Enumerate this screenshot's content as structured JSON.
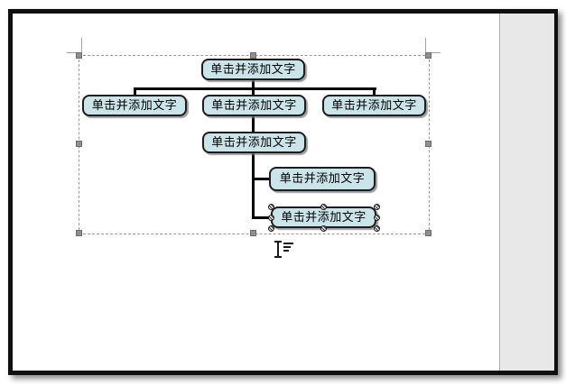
{
  "diagram": {
    "placeholder_text": "单击并添加文字",
    "nodes": [
      {
        "id": "root",
        "label": "单击并添加文字",
        "selected": false
      },
      {
        "id": "child-left",
        "label": "单击并添加文字",
        "selected": false
      },
      {
        "id": "child-center",
        "label": "单击并添加文字",
        "selected": false
      },
      {
        "id": "child-right",
        "label": "单击并添加文字",
        "selected": false
      },
      {
        "id": "grandchild",
        "label": "单击并添加文字",
        "selected": false
      },
      {
        "id": "sub-node-1",
        "label": "单击并添加文字",
        "selected": false
      },
      {
        "id": "sub-node-2",
        "label": "单击并添加文字",
        "selected": true
      }
    ],
    "colors": {
      "node_fill": "#cbe4e9",
      "node_border": "#1d1d1d",
      "node_shadow": "#7d7d7d",
      "connector": "#000000"
    }
  },
  "canvas_selection": {
    "border_color": "#9a9a9a",
    "border_style": "dashed",
    "handle_color": "#8f8f8f",
    "handle_count": 8
  },
  "shape_selection": {
    "handle_style": "crosshatch-circle",
    "handle_count": 8
  },
  "page": {
    "frame_color": "#0f0f0f",
    "background": "#ffffff",
    "workspace_strip_color": "#e8e8e8"
  },
  "cursor": {
    "type": "ibeam-align-left",
    "color": "#1a1a1a"
  }
}
